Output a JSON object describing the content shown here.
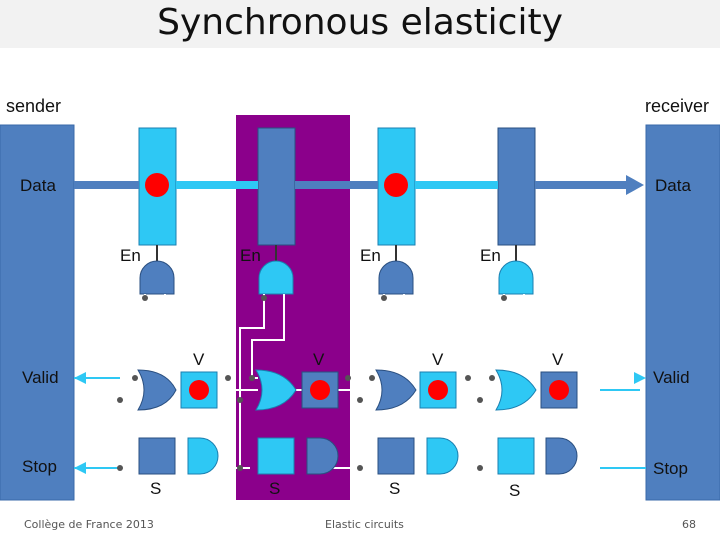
{
  "slide": {
    "title": "Synchronous elasticity",
    "sender_label": "sender",
    "receiver_label": "receiver"
  },
  "diagram": {
    "data_left": "Data",
    "data_right": "Data",
    "valid_left": "Valid",
    "valid_right": "Valid",
    "stop_left": "Stop",
    "stop_right": "Stop",
    "enable_labels": [
      "En",
      "En",
      "En",
      "En"
    ],
    "valid_labels": [
      "V",
      "V",
      "V",
      "V"
    ],
    "stop_labels": [
      "S",
      "S",
      "S",
      "S"
    ],
    "colors": {
      "block_blue": "#4f7fbf",
      "light_blue": "#2ec8f4",
      "purple": "#8b008b",
      "data_line": "#5fa6d8",
      "token_red": "#ff0000"
    }
  },
  "footer": {
    "left": "Collège de France 2013",
    "center": "Elastic circuits",
    "page": "68"
  }
}
